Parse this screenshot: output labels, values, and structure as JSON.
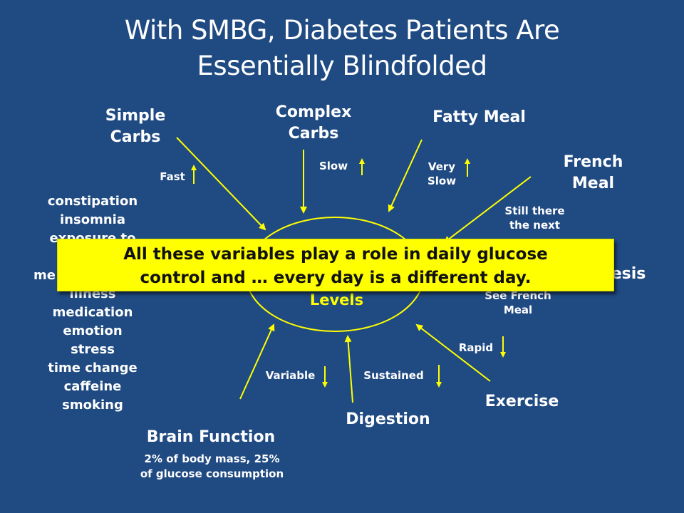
{
  "title": {
    "line1": "With SMBG, Diabetes Patients Are",
    "line2": "Essentially Blindfolded"
  },
  "center": {
    "label": "Levels"
  },
  "factors": {
    "simple_carbs": {
      "line1": "Simple",
      "line2": "Carbs",
      "rate": "Fast"
    },
    "complex_carbs": {
      "line1": "Complex",
      "line2": "Carbs",
      "rate": "Slow"
    },
    "fatty_meal": {
      "label": "Fatty Meal",
      "rate_line1": "Very",
      "rate_line2": "Slow"
    },
    "french_meal": {
      "line1": "French",
      "line2": "Meal",
      "note_line1": "Still there",
      "note_line2": "the next"
    },
    "gastroparesis": {
      "label_visible": "aresis",
      "note_line1": "See French",
      "note_line2": "Meal"
    },
    "exercise": {
      "label": "Exercise",
      "rate": "Rapid"
    },
    "digestion": {
      "label": "Digestion",
      "rate": "Sustained"
    },
    "brain_function": {
      "label": "Brain Function",
      "detail_line1": "2% of body mass, 25%",
      "detail_line2": "of glucose consumption",
      "rate": "Variable"
    }
  },
  "other_factors": {
    "items": [
      "constipation",
      "insomnia",
      "exposure to",
      "me",
      "illness",
      "medication",
      "emotion",
      "stress",
      "time change",
      "caffeine",
      "smoking"
    ]
  },
  "callout": {
    "line1": "All these variables play a role in daily glucose",
    "line2": "control and … every day is a different day."
  },
  "colors": {
    "background": "#1f4a82",
    "arrow": "#ffff00",
    "callout_bg": "#ffff00",
    "text": "#ffffff"
  }
}
